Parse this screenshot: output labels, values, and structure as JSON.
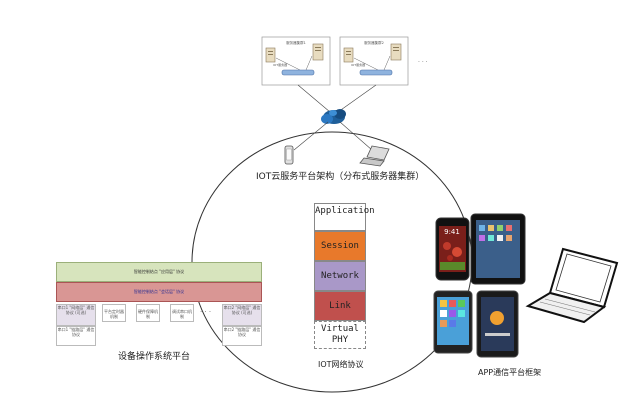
{
  "cloud": {
    "cluster_labels": [
      "服务器集群1",
      "服务器集群2"
    ],
    "server_label": "IOT服务器",
    "ellipsis": "· · ·",
    "caption": "IOT云服务平台架构（分布式服务器集群）"
  },
  "protocol_stack": {
    "caption": "IOT网络协议",
    "layers": [
      {
        "label": "Application",
        "color": "#ffffff"
      },
      {
        "label": "Session",
        "color": "#e8792b"
      },
      {
        "label": "Network",
        "color": "#a998c8"
      },
      {
        "label": "Link",
        "color": "#c0504d"
      },
      {
        "label": "Virtual PHY",
        "color": "#ffffff"
      }
    ]
  },
  "device_platform": {
    "caption": "设备操作系统平台",
    "top_layer": "智能控制结点 \"应用层\" 协议",
    "mid_layer": "智能控制结点 \"会话层\" 协议",
    "left_col": [
      "串口1 \"网络层\" 通信协议 (可选)",
      "串口1 \"链路层\" 通信协议"
    ],
    "boxes": [
      "平台定时器机制",
      "硬件保障机制",
      "调试串口机制"
    ],
    "ellipsis": "· · ·",
    "right_col": [
      "串口2 \"网络层\" 通信协议 (可选)",
      "串口2 \"链路层\" 通信协议"
    ]
  },
  "app_platform": {
    "caption": "APP通信平台框架",
    "phone_time": "9:41"
  },
  "colors": {
    "top_layer": "#d7e4bd",
    "mid_layer": "#d99694",
    "mid_text": "#2e3192",
    "left_col": "#e6e0ec",
    "cloud": "#1f5f9a"
  }
}
